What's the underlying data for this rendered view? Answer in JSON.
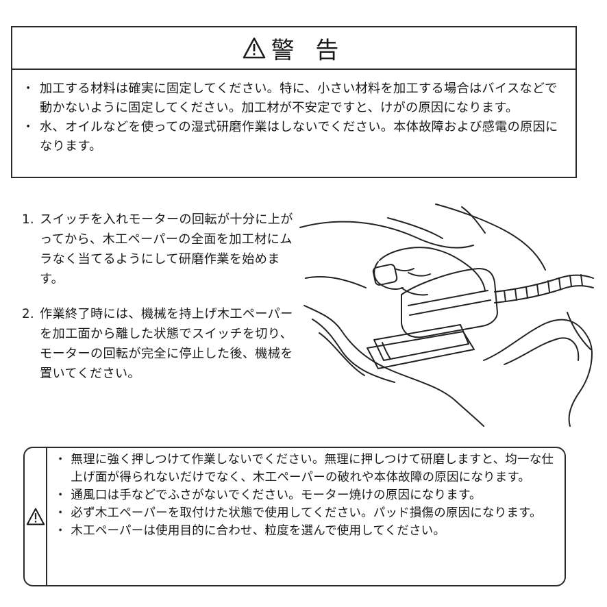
{
  "warning": {
    "icon": "warning-triangle-icon",
    "title": "警 告",
    "items": [
      "加工する材料は確実に固定してください。特に、小さい材料を加工する場合はバイスなどで動かないように固定してください。加工材が不安定ですと、けがの原因になります。",
      "水、オイルなどを使っての湿式研磨作業はしないでください。本体故障および感電の原因になります。"
    ]
  },
  "steps": [
    {
      "number": "1.",
      "text": "スイッチを入れモーターの回転が十分に上がってから、木工ペーパーの全面を加工材にムラなく当てるようにして研磨作業を始めます。"
    },
    {
      "number": "2.",
      "text": "作業終了時には、機械を持上げ木工ペーパーを加工面から離した状態でスイッチを切り、モーターの回転が完全に停止した後、機械を置いてください。"
    }
  ],
  "illustration": {
    "icon": "hand-holding-sander-illustration"
  },
  "caution": {
    "icon": "caution-triangle-icon",
    "items": [
      "無理に強く押しつけて作業しないでください。無理に押しつけて研磨しますと、均一な仕上げ面が得られないだけでなく、木工ペーパーの破れや本体故障の原因になります。",
      "通風口は手などでふさがないでください。モーター焼けの原因になります。",
      "必ず木工ペーパーを取付けた状態で使用してください。パッド損傷の原因になります。",
      "木工ペーパーは使用目的に合わせ、粒度を選んで使用してください。"
    ]
  }
}
